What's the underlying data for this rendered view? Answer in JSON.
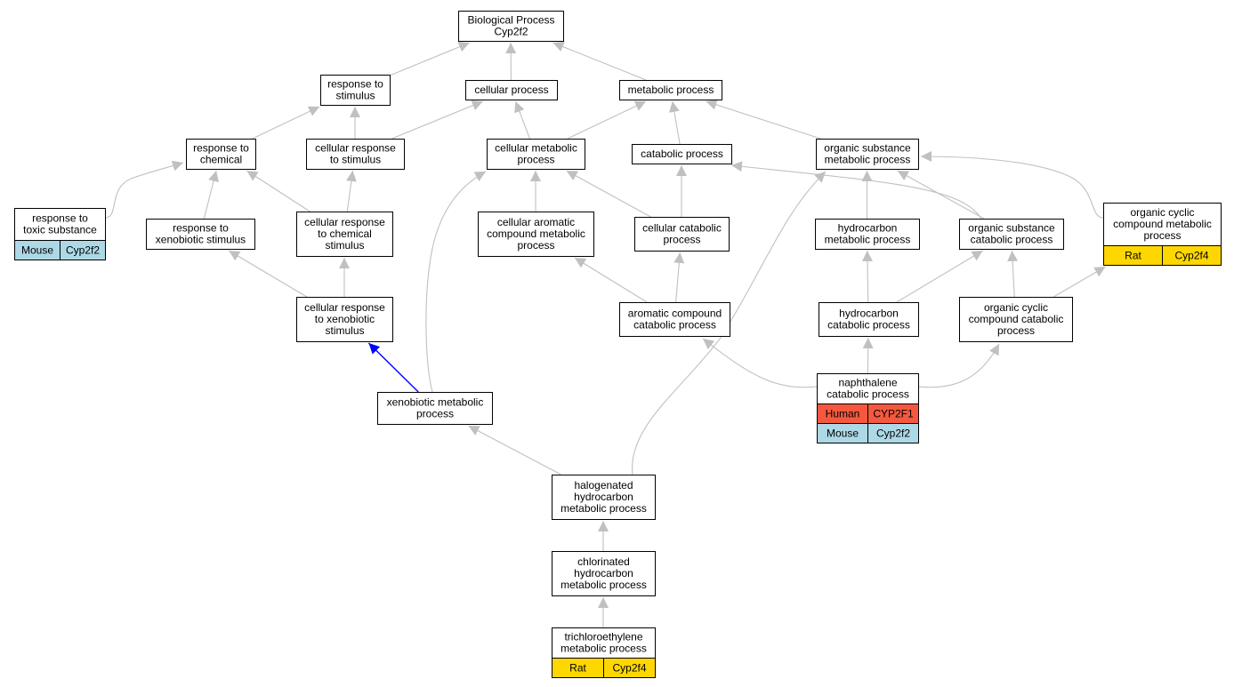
{
  "colors": {
    "edge": "#c0c0c0",
    "highlight_edge": "#0000ff",
    "human": "#f4593f",
    "mouse": "#add8e6",
    "rat": "#ffd700",
    "node_border": "#000000",
    "node_fill": "#ffffff"
  },
  "nodes": [
    {
      "id": "bp",
      "lines": [
        "Biological Process",
        "Cyp2f2"
      ]
    },
    {
      "id": "resp_stim",
      "lines": [
        "response to",
        "stimulus"
      ]
    },
    {
      "id": "cell_proc",
      "lines": [
        "cellular process"
      ]
    },
    {
      "id": "metab_proc",
      "lines": [
        "metabolic process"
      ]
    },
    {
      "id": "resp_chem",
      "lines": [
        "response to",
        "chemical"
      ]
    },
    {
      "id": "cell_resp_stim",
      "lines": [
        "cellular response",
        "to stimulus"
      ]
    },
    {
      "id": "cell_metab",
      "lines": [
        "cellular metabolic",
        "process"
      ]
    },
    {
      "id": "catab_proc",
      "lines": [
        "catabolic process"
      ]
    },
    {
      "id": "org_sub_metab",
      "lines": [
        "organic substance",
        "metabolic process"
      ]
    },
    {
      "id": "resp_toxic",
      "lines": [
        "response to",
        "toxic substance"
      ],
      "annotations": [
        {
          "species": "Mouse",
          "gene": "Cyp2f2"
        }
      ]
    },
    {
      "id": "resp_xeno",
      "lines": [
        "response to",
        "xenobiotic stimulus"
      ]
    },
    {
      "id": "cell_resp_chem",
      "lines": [
        "cellular response",
        "to chemical",
        "stimulus"
      ]
    },
    {
      "id": "cell_arom",
      "lines": [
        "cellular aromatic",
        "compound metabolic",
        "process"
      ]
    },
    {
      "id": "cell_catab",
      "lines": [
        "cellular catabolic",
        "process"
      ]
    },
    {
      "id": "hydro_metab",
      "lines": [
        "hydrocarbon",
        "metabolic process"
      ]
    },
    {
      "id": "org_sub_catab",
      "lines": [
        "organic substance",
        "catabolic process"
      ]
    },
    {
      "id": "org_cyc_metab",
      "lines": [
        "organic cyclic",
        "compound metabolic",
        "process"
      ],
      "annotations": [
        {
          "species": "Rat",
          "gene": "Cyp2f4"
        }
      ]
    },
    {
      "id": "cell_resp_xeno",
      "lines": [
        "cellular response",
        "to xenobiotic",
        "stimulus"
      ]
    },
    {
      "id": "arom_catab",
      "lines": [
        "aromatic compound",
        "catabolic process"
      ]
    },
    {
      "id": "hydro_catab",
      "lines": [
        "hydrocarbon",
        "catabolic process"
      ]
    },
    {
      "id": "org_cyc_catab",
      "lines": [
        "organic cyclic",
        "compound catabolic",
        "process"
      ]
    },
    {
      "id": "xeno_metab",
      "lines": [
        "xenobiotic metabolic",
        "process"
      ]
    },
    {
      "id": "naph_catab",
      "lines": [
        "naphthalene",
        "catabolic process"
      ],
      "annotations": [
        {
          "species": "Human",
          "gene": "CYP2F1"
        },
        {
          "species": "Mouse",
          "gene": "Cyp2f2"
        }
      ]
    },
    {
      "id": "halo_hydro",
      "lines": [
        "halogenated",
        "hydrocarbon",
        "metabolic process"
      ]
    },
    {
      "id": "chloro_hydro",
      "lines": [
        "chlorinated",
        "hydrocarbon",
        "metabolic process"
      ]
    },
    {
      "id": "trichloro",
      "lines": [
        "trichloroethylene",
        "metabolic process"
      ],
      "annotations": [
        {
          "species": "Rat",
          "gene": "Cyp2f4"
        }
      ]
    }
  ],
  "edges": [
    {
      "from": "resp_stim",
      "to": "bp"
    },
    {
      "from": "cell_proc",
      "to": "bp"
    },
    {
      "from": "metab_proc",
      "to": "bp"
    },
    {
      "from": "resp_chem",
      "to": "resp_stim"
    },
    {
      "from": "cell_resp_stim",
      "to": "resp_stim"
    },
    {
      "from": "cell_resp_stim",
      "to": "cell_proc"
    },
    {
      "from": "cell_metab",
      "to": "cell_proc"
    },
    {
      "from": "cell_metab",
      "to": "metab_proc"
    },
    {
      "from": "catab_proc",
      "to": "metab_proc"
    },
    {
      "from": "org_sub_metab",
      "to": "metab_proc"
    },
    {
      "from": "resp_toxic",
      "to": "resp_chem"
    },
    {
      "from": "resp_xeno",
      "to": "resp_chem"
    },
    {
      "from": "cell_resp_chem",
      "to": "resp_chem"
    },
    {
      "from": "cell_resp_chem",
      "to": "cell_resp_stim"
    },
    {
      "from": "cell_arom",
      "to": "cell_metab"
    },
    {
      "from": "cell_catab",
      "to": "cell_metab"
    },
    {
      "from": "cell_catab",
      "to": "catab_proc"
    },
    {
      "from": "org_sub_catab",
      "to": "catab_proc"
    },
    {
      "from": "hydro_metab",
      "to": "org_sub_metab"
    },
    {
      "from": "org_sub_catab",
      "to": "org_sub_metab"
    },
    {
      "from": "org_cyc_metab",
      "to": "org_sub_metab"
    },
    {
      "from": "cell_resp_xeno",
      "to": "resp_xeno"
    },
    {
      "from": "cell_resp_xeno",
      "to": "cell_resp_chem"
    },
    {
      "from": "arom_catab",
      "to": "cell_arom"
    },
    {
      "from": "arom_catab",
      "to": "cell_catab"
    },
    {
      "from": "hydro_catab",
      "to": "hydro_metab"
    },
    {
      "from": "hydro_catab",
      "to": "org_sub_catab"
    },
    {
      "from": "org_cyc_catab",
      "to": "org_sub_catab"
    },
    {
      "from": "org_cyc_catab",
      "to": "org_cyc_metab"
    },
    {
      "from": "xeno_metab",
      "to": "cell_resp_xeno",
      "highlight": true
    },
    {
      "from": "xeno_metab",
      "to": "cell_metab"
    },
    {
      "from": "naph_catab",
      "to": "arom_catab"
    },
    {
      "from": "naph_catab",
      "to": "hydro_catab"
    },
    {
      "from": "naph_catab",
      "to": "org_cyc_catab"
    },
    {
      "from": "halo_hydro",
      "to": "xeno_metab"
    },
    {
      "from": "halo_hydro",
      "to": "org_sub_metab"
    },
    {
      "from": "chloro_hydro",
      "to": "halo_hydro"
    },
    {
      "from": "trichloro",
      "to": "chloro_hydro"
    }
  ]
}
